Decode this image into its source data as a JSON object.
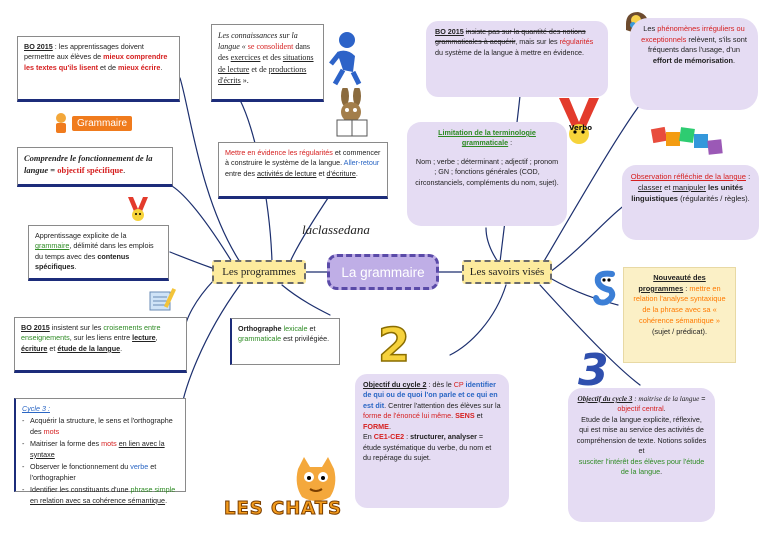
{
  "center": {
    "label": "La grammaire"
  },
  "nodes": {
    "programmes": "Les programmes",
    "savoirs": "Les savoirs visés"
  },
  "signature": "laclassedana",
  "decor": {
    "grammaire_tag": "Grammaire",
    "verbo_tag": "Verbo",
    "number_2": "2",
    "number_3": "3",
    "leschats_logo": "LES CHATS",
    "colors": {
      "center": "#bfaee6",
      "node": "#fdeb9d",
      "purple_box": "#e5dcf3",
      "yellow_box": "#fbf0c6",
      "red": "#d62020",
      "green": "#2e8b24",
      "blue": "#2a66c4",
      "orange": "#ff7a00"
    }
  },
  "left": {
    "bo2015_a": {
      "t1": "BO 2015",
      "t2": " : les apprentissages doivent permettre aux élèves de ",
      "t3": "mieux comprendre les textes qu'ils lisent",
      "t4": " et de ",
      "t5": "mieux écrire",
      "t6": "."
    },
    "fonctionnement": {
      "t1": "Comprendre le fonctionnement de la langue",
      "t2": " = ",
      "t3": "objectif spécifique",
      "t4": "."
    },
    "explicite": {
      "t1": "Apprentissage explicite de la ",
      "t2": "grammaire",
      "t3": ", délimité dans les emplois du temps avec des ",
      "t4": "contenus spécifiques",
      "t5": "."
    },
    "bo2015_b": {
      "t1": "BO 2015",
      "t2": " insistent sur les ",
      "t3": "croisements entre enseignements",
      "t4": ", sur les liens entre ",
      "t5": "lecture",
      "t6": ", ",
      "t7": "écriture",
      "t8": " et ",
      "t9": "étude de la langue",
      "t10": "."
    },
    "cycle3": {
      "title": "Cycle 3 :",
      "item1": {
        "t1": "Acquérir la structure, le sens et l'orthographe des ",
        "t2": "mots"
      },
      "item2": {
        "t1": "Maitriser la forme des ",
        "t2": "mots",
        "t3": " ",
        "t4": "en lien avec la syntaxe"
      },
      "item3": {
        "t1": "Observer le fonctionnement du ",
        "t2": "verbe",
        "t3": " et l'orthographier"
      },
      "item4": {
        "t1": "Identifier les constituants d'une ",
        "t2": "phrase simple",
        "t3": " ",
        "t4": "en relation avec sa cohérence sémantique",
        "t5": "."
      }
    }
  },
  "middle": {
    "connaissances": {
      "t1": "Les connaissances sur la langue « ",
      "t2": "se consolident",
      "t3": " dans des ",
      "t4": "exercices",
      "t5": " et des ",
      "t6": "situations de lecture",
      "t7": " et de ",
      "t8": "productions d'écrits",
      "t9": " »."
    },
    "regularites": {
      "t1": "Mettre en évidence les régularités",
      "t2": " et commencer à construire le système de la langue. ",
      "t3": "Aller-retour",
      "t4": " entre des ",
      "t5": "activités de lecture",
      "t6": " et ",
      "t7": "d'écriture",
      "t8": "."
    },
    "orthographe": {
      "t1": "Orthographe ",
      "t2": "lexicale",
      "t3": " et ",
      "t4": "grammaticale",
      "t5": " est privilégiée."
    }
  },
  "right": {
    "bo2015_c": {
      "t1": "BO 2015",
      "t2": " ",
      "t3": "insiste pas sur la quantité des notions grammaticales à acquérir",
      "t4": ", mais sur les ",
      "t5": "régularités",
      "t6": " du système de la langue à mettre en évidence."
    },
    "limitation": {
      "title": "Limitation de la terminologie grammaticale",
      "sep": " :",
      "body": "Nom ; verbe ; déterminant ; adjectif ; pronom ; GN ; fonctions générales (COD, circonstanciels, compléments du nom, sujet)."
    },
    "phenomenes": {
      "t1": "Les ",
      "t2": "phénomènes irréguliers ou exceptionnels",
      "t3": " relèvent, s'ils sont fréquents dans l'usage, d'un ",
      "t4": "effort de mémorisation",
      "t5": "."
    },
    "observation": {
      "t1": "Observation réfléchie de la langue",
      "t2": " : ",
      "t3": "classer",
      "t4": " et ",
      "t5": "manipuler",
      "t6": " les unités linguistiques",
      "t7": " (régularités / règles)."
    },
    "nouveaute": {
      "t1": "Nouveauté des programmes",
      "t2": " : ",
      "t3": "mettre en relation l'analyse syntaxique de la phrase avec sa « cohérence sémantique »",
      "t4": " (sujet / prédicat)."
    },
    "cycle2": {
      "t1": "Objectif du cycle 2",
      "t2": " : dès le ",
      "t3": "CP",
      "t4": " ",
      "t5": "identifier de qui ou de quoi l'on parle et ce qui en est dit",
      "t6": ". Centrer l'attention des élèves sur la ",
      "t7": "forme de l'énoncé lui même",
      "t8": ". ",
      "t9": "SENS",
      "t10": " et ",
      "t11": "FORME",
      "t12": ".",
      "t13": "En ",
      "t14": "CE1-CE2",
      "t15": " : ",
      "t16": "structurer, analyser",
      "t17": " = étude systématique du verbe, du nom et du repérage du sujet."
    },
    "cycle3": {
      "t1": "Objectif du cycle 3",
      "t2": " : maitrise de la langue",
      "t3": " = ",
      "t4": "objectif central",
      "t5": ".",
      "t6": "Etude de la langue explicite, réflexive, qui est mise au service des activités de compréhension de texte. Notions solides et ",
      "t7": "susciter l'intérêt des élèves pour l'étude de la langue",
      "t8": "."
    }
  }
}
